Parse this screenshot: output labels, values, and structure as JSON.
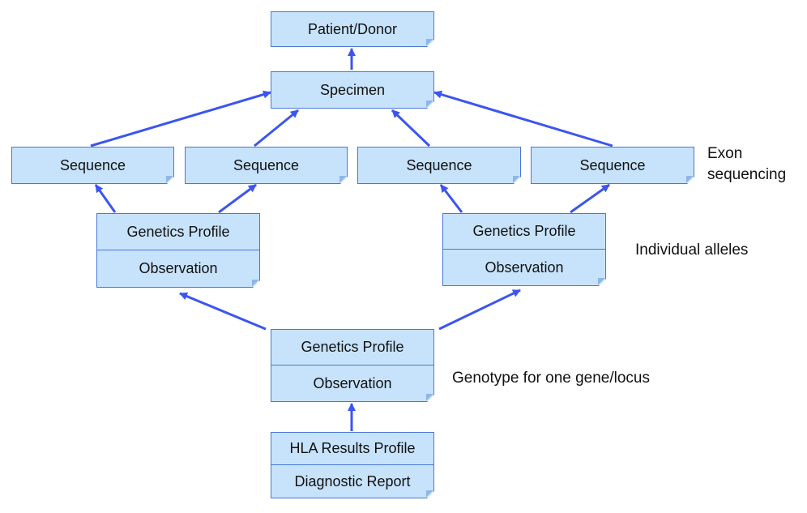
{
  "nodes": {
    "patient": "Patient/Donor",
    "specimen": "Specimen",
    "sequence": "Sequence",
    "genetics_profile": "Genetics Profile",
    "observation": "Observation",
    "hla_results_profile": "HLA Results Profile",
    "diagnostic_report": "Diagnostic Report"
  },
  "annotations": {
    "exon_line1": "Exon",
    "exon_line2": "sequencing",
    "individual_alleles": "Individual alleles",
    "genotype": "Genotype for one gene/locus"
  },
  "colors": {
    "box_fill": "#c7e3fb",
    "box_border": "#4a77d4",
    "arrow": "#3b55f0"
  }
}
